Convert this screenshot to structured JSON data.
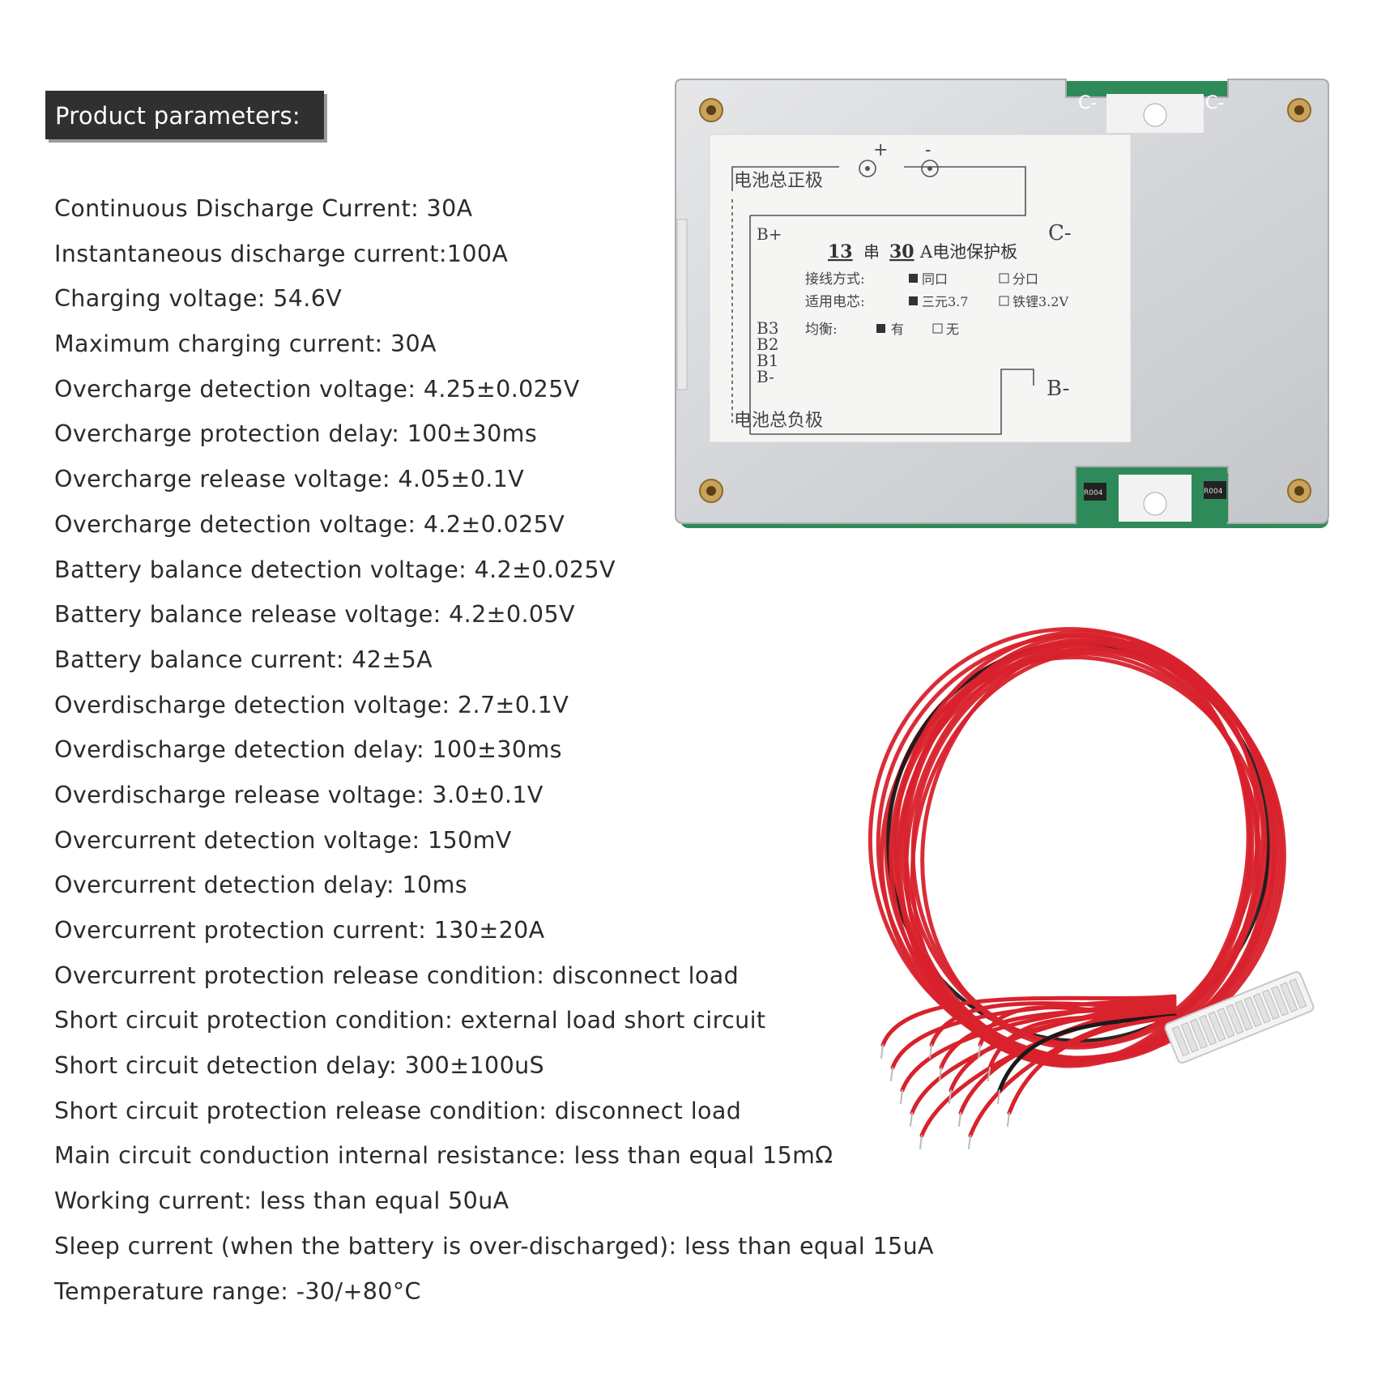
{
  "header": {
    "title": "Product parameters:"
  },
  "parameters": [
    "Continuous Discharge Current: 30A",
    "Instantaneous discharge current:100A",
    "Charging voltage: 54.6V",
    "Maximum charging current: 30A",
    "Overcharge detection voltage: 4.25±0.025V",
    "Overcharge protection delay: 100±30ms",
    "Overcharge release voltage: 4.05±0.1V",
    "Overcharge detection voltage: 4.2±0.025V",
    "Battery balance detection voltage: 4.2±0.025V",
    "Battery balance release voltage: 4.2±0.05V",
    "Battery balance current: 42±5A",
    "Overdischarge detection voltage: 2.7±0.1V",
    "Overdischarge detection delay: 100±30ms",
    "Overdischarge release voltage: 3.0±0.1V",
    "Overcurrent detection voltage: 150mV",
    "Overcurrent detection delay: 10ms",
    "Overcurrent protection current: 130±20A",
    "Overcurrent protection release condition: disconnect load",
    "Short circuit protection condition: external load short circuit",
    "Short circuit detection delay: 300±100uS",
    "Short circuit protection release condition: disconnect load",
    "Main circuit conduction internal resistance: less than equal 15mΩ",
    "Working current: less than equal 50uA",
    "Sleep current (when the battery is over-discharged): less than equal 15uA",
    "Temperature range: -30/+80°C"
  ],
  "board_label": {
    "positive": "电池总正极",
    "negative": "电池总负极",
    "c_minus": "C-",
    "b_minus": "B-",
    "b_plus": "B+",
    "b3": "B3",
    "b2": "B2",
    "b1": "B1",
    "b_neg_small": "B-",
    "series": "13",
    "series_word": "串",
    "amps": "30",
    "title_tail": "A电池保护板",
    "row1_label": "接线方式:",
    "row1_opt1": "同口",
    "row1_opt2": "分口",
    "row2_label": "适用电芯:",
    "row2_opt1": "三元3.7",
    "row2_opt2": "铁锂3.2V",
    "row3_label": "均衡:",
    "row3_opt1": "有",
    "row3_opt2": "无",
    "plus_sign": "+",
    "minus_sign": "-",
    "pcb_c_minus": "C-",
    "pcb_r1": "R004",
    "pcb_r2": "R004"
  },
  "colors": {
    "header_bg": "#303030",
    "text": "#2b2b2b",
    "wire_red": "#d8222c",
    "wire_black": "#1a1a1a",
    "pcb_green": "#2f8a5a",
    "heatsink": "#d6d8da"
  }
}
